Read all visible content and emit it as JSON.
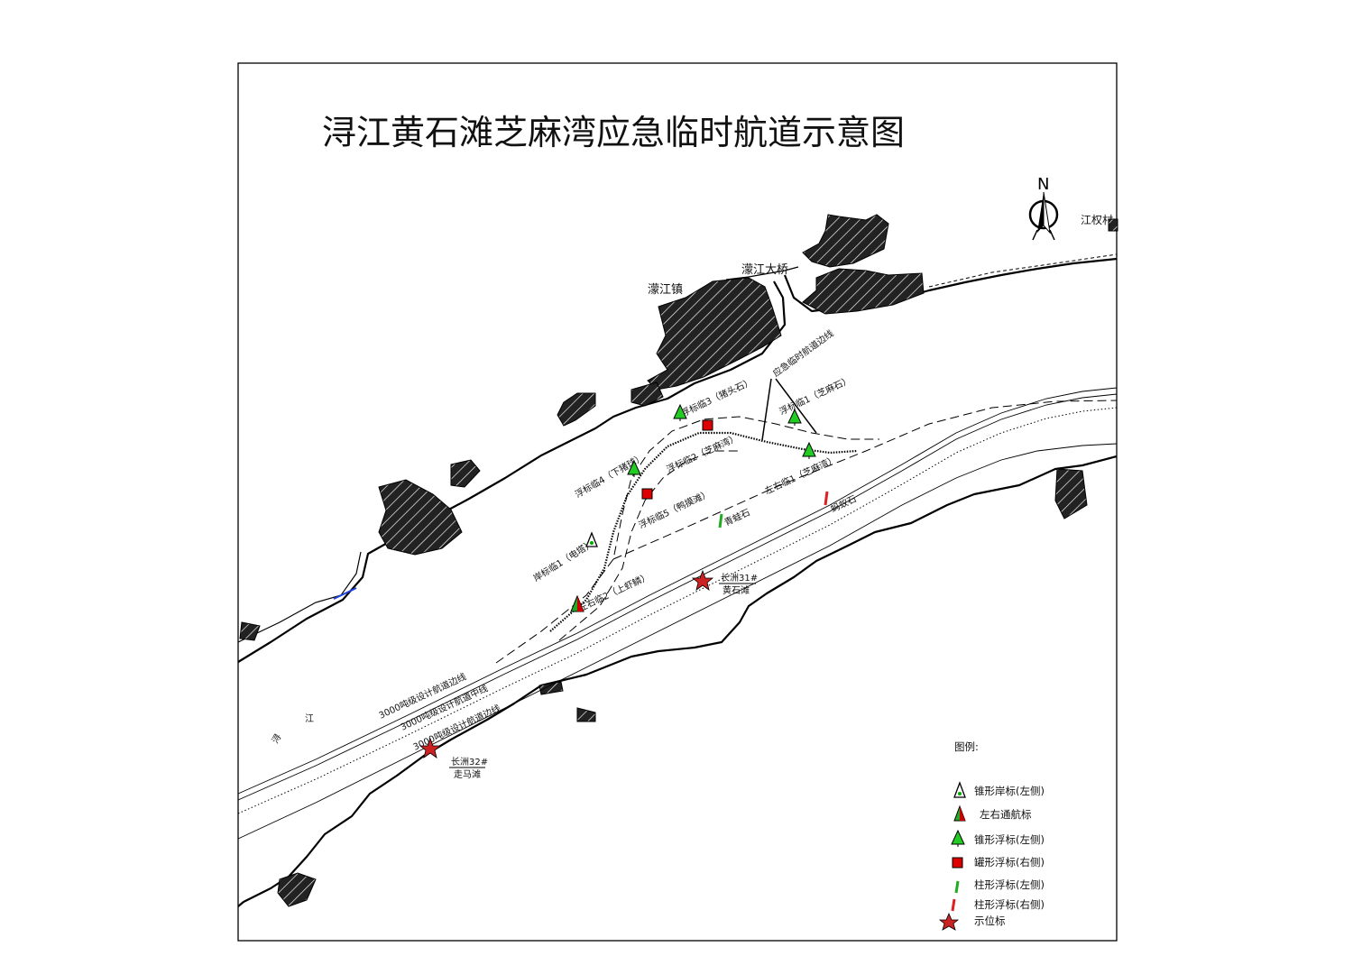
{
  "title": "浔江黄石滩芝麻湾应急临时航道示意图",
  "north_label": "N",
  "places": {
    "jiangquan_village": "江权村",
    "mengjiang_bridge": "濛江大桥",
    "mengjiang_town": "濛江镇",
    "xun": "浔",
    "jiang": "江"
  },
  "annotations": {
    "temp_channel_edge": "应急临时航道边线",
    "edge_line_upper": "3000吨级设计航道边线",
    "center_line": "3000吨级设计航道中线",
    "edge_line_lower": "3000吨级设计航道边线"
  },
  "markers": {
    "float_temp3": "浮标临3（猪头石）",
    "float_temp1": "浮标临1（芝麻石）",
    "float_temp2": "浮标临2（芝麻湾）",
    "float_temp4": "浮标临4（下猪球）",
    "float_temp5": "浮标临5（鸭摸滩）",
    "shore_temp1": "岸标临1（电塔）",
    "lr_temp1": "左右临1（芝麻湾）",
    "lr_temp2": "左右临2（上虾鳞）",
    "rock_green": "青蛙石",
    "rock_red": "蚂蚁石",
    "station31_id": "长洲31#",
    "station31_name": "黄石滩",
    "station32_id": "长洲32#",
    "station32_name": "走马滩"
  },
  "legend": {
    "title": "图例:",
    "items": [
      {
        "label": "锥形岸标(左侧)",
        "symbol": "cone-shore-icon",
        "color": "#00aa00"
      },
      {
        "label": "左右通航标",
        "symbol": "bifurcation-mark-icon",
        "color": "#cc0000"
      },
      {
        "label": "锥形浮标(左侧)",
        "symbol": "cone-buoy-icon",
        "color": "#22cc22"
      },
      {
        "label": "罐形浮标(右侧)",
        "symbol": "can-buoy-icon",
        "color": "#dd0000"
      },
      {
        "label": "柱形浮标(左侧)",
        "symbol": "spar-buoy-left-icon",
        "color": "#22aa22"
      },
      {
        "label": "柱形浮标(右侧)",
        "symbol": "spar-buoy-right-icon",
        "color": "#dd2222"
      },
      {
        "label": "示位标",
        "symbol": "position-mark-star-icon",
        "color": "#cc2222"
      }
    ]
  }
}
